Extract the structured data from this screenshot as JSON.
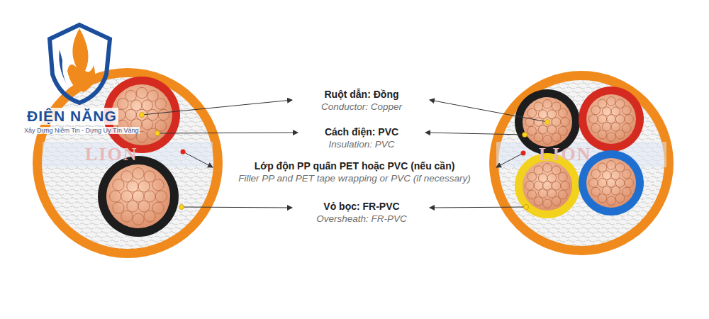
{
  "diagram": {
    "labels": [
      "Ruột dẫn: Đồng",
      "Conductor: Copper",
      "Cách điện: PVC",
      "Insulation: PVC",
      "Lớp độn PP quấn PET hoặc PVC (nếu cần)",
      "Filler PP and PET tape wrapping or PVC (if necessary)",
      "Vỏ bọc: FR-PVC",
      "Oversheath: FR-PVC",
      "ĐIỆN NĂNG",
      "Xây Dựng Niềm Tin - Dựng Uy Tín Vàng",
      "LION",
      "LION"
    ]
  }
}
